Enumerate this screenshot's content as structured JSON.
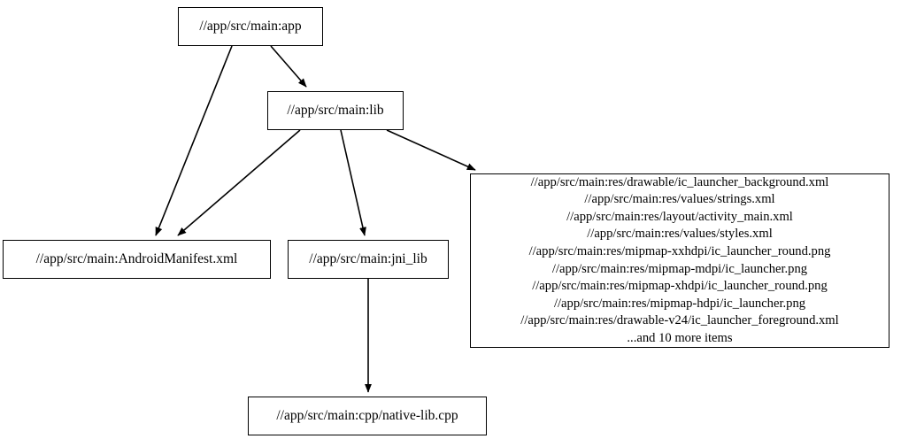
{
  "graph": {
    "type": "directed-dependency-graph",
    "background_color": "#ffffff",
    "node_border_color": "#000000",
    "node_fill_color": "#ffffff",
    "edge_color": "#000000",
    "nodes": [
      {
        "id": "app",
        "label": "//app/src/main:app"
      },
      {
        "id": "lib",
        "label": "//app/src/main:lib"
      },
      {
        "id": "manifest",
        "label": "//app/src/main:AndroidManifest.xml"
      },
      {
        "id": "jni",
        "label": "//app/src/main:jni_lib"
      },
      {
        "id": "resources",
        "label": "//app/src/main:res/drawable/ic_launcher_background.xml\n//app/src/main:res/values/strings.xml\n//app/src/main:res/layout/activity_main.xml\n//app/src/main:res/values/styles.xml\n//app/src/main:res/mipmap-xxhdpi/ic_launcher_round.png\n//app/src/main:res/mipmap-mdpi/ic_launcher.png\n//app/src/main:res/mipmap-xhdpi/ic_launcher_round.png\n//app/src/main:res/mipmap-hdpi/ic_launcher.png\n//app/src/main:res/drawable-v24/ic_launcher_foreground.xml\n...and 10 more items"
      },
      {
        "id": "cpp",
        "label": "//app/src/main:cpp/native-lib.cpp"
      }
    ],
    "edges": [
      {
        "from": "app",
        "to": "manifest"
      },
      {
        "from": "app",
        "to": "lib"
      },
      {
        "from": "lib",
        "to": "manifest"
      },
      {
        "from": "lib",
        "to": "jni"
      },
      {
        "from": "lib",
        "to": "resources"
      },
      {
        "from": "jni",
        "to": "cpp"
      }
    ]
  }
}
